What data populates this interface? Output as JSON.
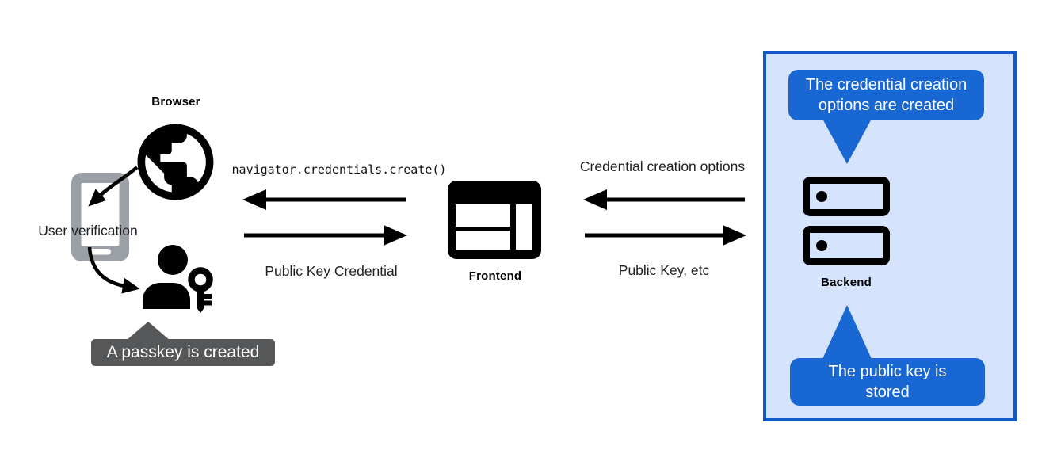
{
  "colors": {
    "canvas-bg": "#ffffff",
    "ink": "#000000",
    "text": "#202124",
    "phone-gray": "#9aa0a6",
    "tooltip-dark-bg": "#565759",
    "tooltip-blue-bg": "#1967d2",
    "panel-border": "#1258c9",
    "panel-bg": "#d5e3fc",
    "tooltip-text": "#ffffff"
  },
  "nodes": {
    "browser": {
      "label": "Browser",
      "icon": "globe-icon"
    },
    "user_verification": {
      "label": "User verification",
      "icon": "smartphone-icon"
    },
    "user": {
      "icon": "person-with-key-icon"
    },
    "frontend": {
      "label": "Frontend",
      "icon": "browser-window-icon"
    },
    "backend": {
      "label": "Backend",
      "icon": "server-stack-icon"
    }
  },
  "messages": {
    "frontend_to_browser": {
      "label": "navigator.credentials.create()",
      "direction": "left"
    },
    "browser_to_frontend": {
      "label": "Public Key Credential",
      "direction": "right"
    },
    "backend_to_frontend": {
      "label": "Credential creation options",
      "direction": "left"
    },
    "frontend_to_backend": {
      "label": "Public Key, etc",
      "direction": "right"
    }
  },
  "tooltips": {
    "passkey_created": {
      "text": "A passkey is created"
    },
    "options_created": {
      "text": "The credential creation options are created"
    },
    "key_stored": {
      "text": "The public key is stored"
    }
  }
}
